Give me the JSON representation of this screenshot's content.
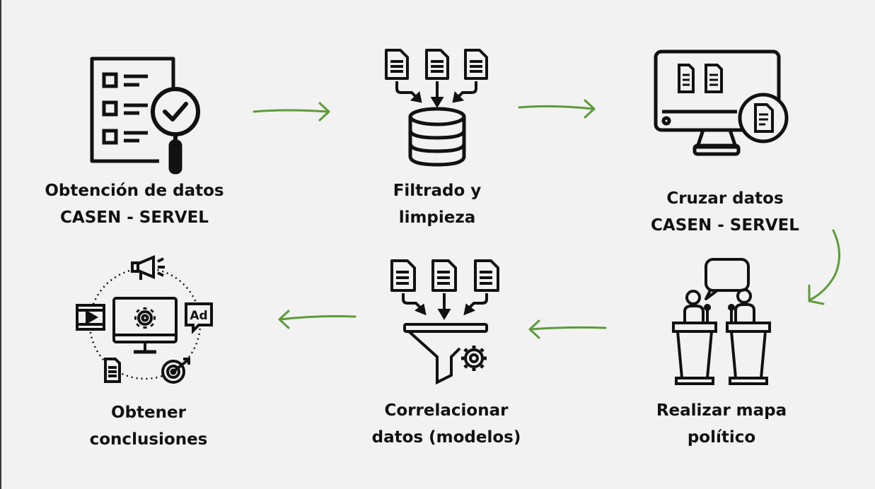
{
  "steps": [
    {
      "id": "obtencion",
      "lines": [
        "Obtención de datos",
        "CASEN - SERVEL"
      ]
    },
    {
      "id": "filtrado",
      "lines": [
        "Filtrado y",
        "limpieza"
      ]
    },
    {
      "id": "cruzar",
      "lines": [
        "Cruzar datos",
        "CASEN - SERVEL"
      ]
    },
    {
      "id": "mapa",
      "lines": [
        "Realizar mapa",
        "político"
      ]
    },
    {
      "id": "correlacionar",
      "lines": [
        "Correlacionar",
        "datos (modelos)"
      ]
    },
    {
      "id": "conclusiones",
      "lines": [
        "Obtener",
        "conclusiones"
      ]
    }
  ],
  "colors": {
    "arrow": "#5e9a3a",
    "icon": "#111111",
    "background": "#f2f2f2"
  },
  "icons": {
    "obtencion": "checklist-magnifier-icon",
    "filtrado": "documents-to-database-icon",
    "cruzar": "monitor-documents-icon",
    "mapa": "debate-podiums-icon",
    "correlacionar": "documents-funnel-gear-icon",
    "conclusiones": "digital-marketing-cycle-icon"
  }
}
